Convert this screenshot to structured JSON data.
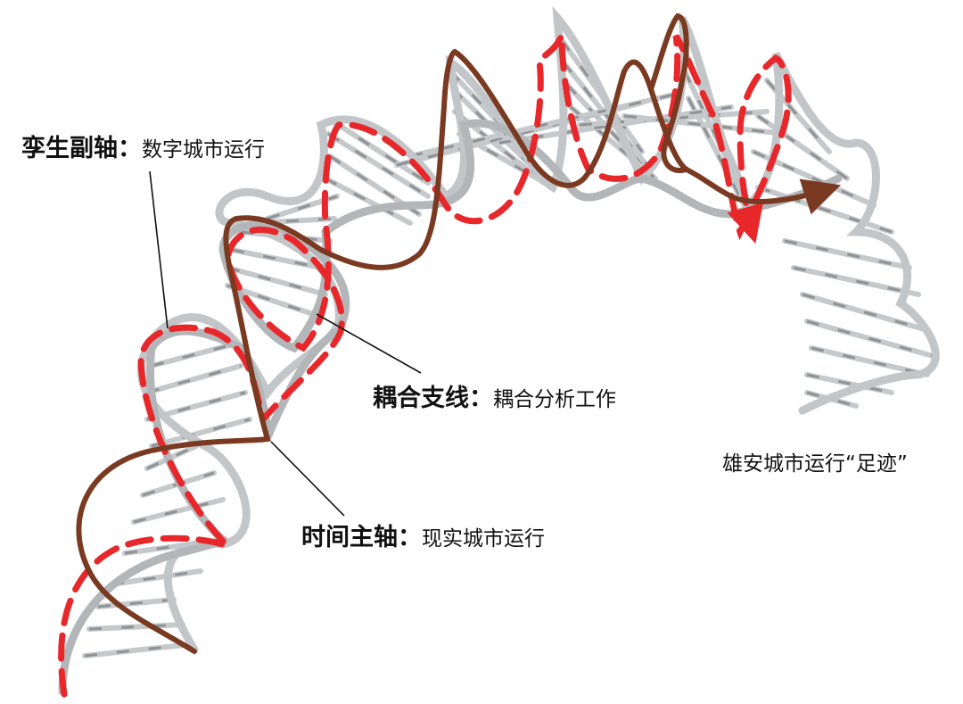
{
  "labels": {
    "twin_axis": {
      "key": "孪生副轴：",
      "value": "数字城市运行"
    },
    "coupling_branch": {
      "key": "耦合支线：",
      "value": "耦合分析工作"
    },
    "time_axis": {
      "key": "时间主轴：",
      "value": "现实城市运行"
    },
    "footprint": "雄安城市运行“足迹”"
  },
  "colors": {
    "helix_strand": "#b9bcbe",
    "helix_rung": "#c6c9cb",
    "rung_dash": "#8f9396",
    "twin_axis_dashed": "#e8272b",
    "time_axis_solid": "#7a3a22",
    "leader_line": "#111111",
    "text": "#111111"
  }
}
